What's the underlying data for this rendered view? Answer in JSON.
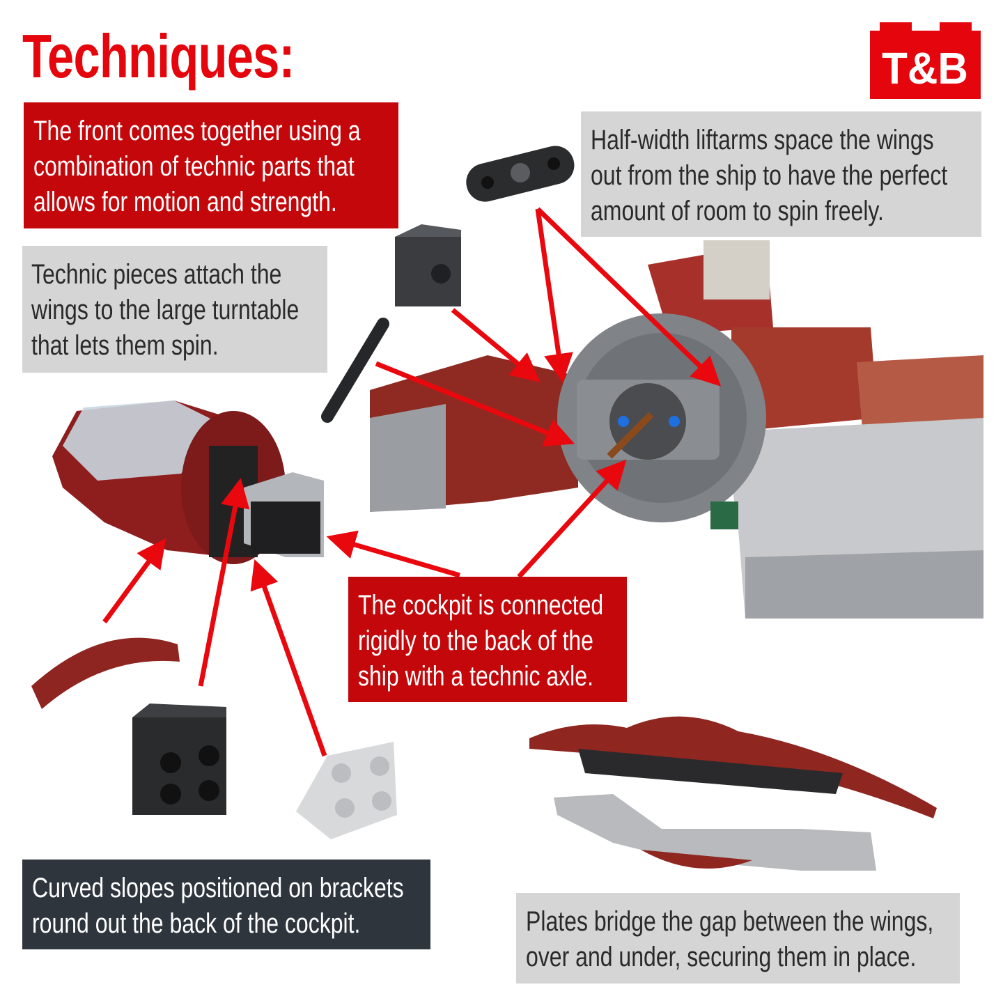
{
  "title": "Techniques:",
  "logo": {
    "text": "T&B",
    "color": "#e5060d"
  },
  "captions": {
    "front": [
      "The front comes together using a",
      "combination of technic parts that",
      "allows for motion and strength."
    ],
    "liftarms": [
      "Half-width liftarms space the wings",
      "out from the ship to have the perfect",
      "amount of room to spin freely."
    ],
    "technic": [
      "Technic pieces attach the",
      "wings to the large turntable",
      "that lets them spin."
    ],
    "cockpit": [
      "The cockpit is connected",
      "rigidly to the back of the",
      "ship with a technic axle."
    ],
    "slopes": [
      "Curved slopes positioned on brackets",
      "round out the back of the cockpit."
    ],
    "plates": [
      "Plates bridge the gap between the wings,",
      "over and under, securing them in place."
    ]
  },
  "colors": {
    "accent_red": "#c3070b",
    "arrow_red": "#e8080e",
    "caption_gray": "#d5d5d5",
    "caption_dark": "#2e353d"
  }
}
